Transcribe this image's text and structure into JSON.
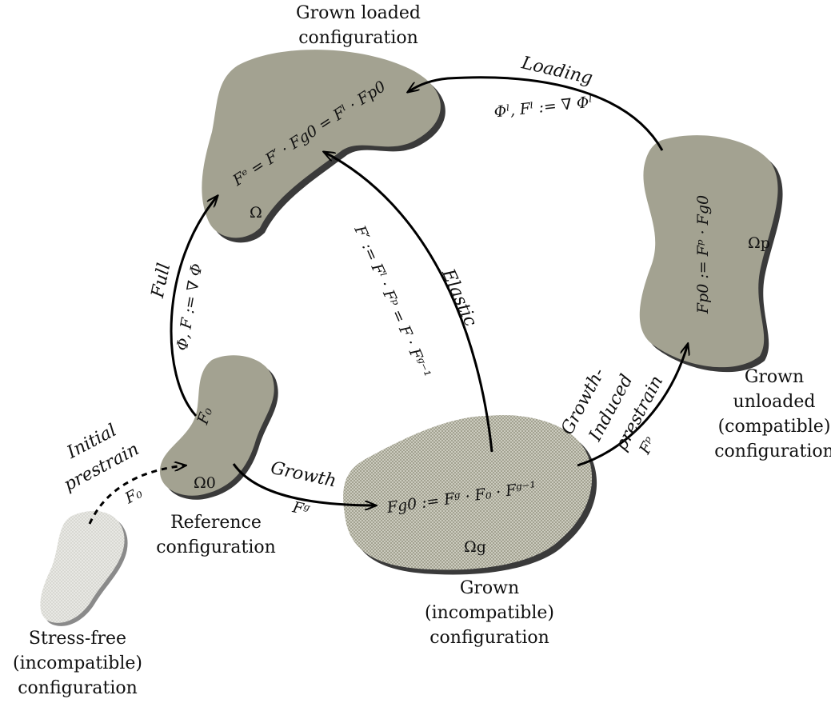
{
  "configurations": {
    "grown_loaded": {
      "line1": "Grown loaded",
      "line2": "configuration",
      "symbol": "Ω"
    },
    "grown_unloaded": {
      "line1": "Grown",
      "line2": "unloaded",
      "line3": "(compatible)",
      "line4": "configuration",
      "symbol": "Ωp"
    },
    "reference": {
      "line1": "Reference",
      "line2": "configuration",
      "symbol": "Ω0"
    },
    "grown_incompatible": {
      "line1": "Grown",
      "line2": "(incompatible)",
      "line3": "configuration",
      "symbol": "Ωg"
    },
    "stress_free": {
      "line1": "Stress-free",
      "line2": "(incompatible)",
      "line3": "configuration"
    }
  },
  "mappings": {
    "loading": {
      "name": "Loading",
      "formula": "Φˡ, Fˡ := ∇ Φˡ"
    },
    "full": {
      "name": "Full",
      "formula": "Φ, F := ∇ Φ"
    },
    "elastic": {
      "name": "Elastic",
      "formula": "F′ := Fˡ · Fᵖ = F · Fᵍ⁻¹"
    },
    "growth": {
      "name": "Growth",
      "formula": "Fᵍ"
    },
    "growth_induced": {
      "line1": "Growth-",
      "line2": "Induced",
      "line3": "prestrain",
      "formula": "Fᵖ"
    },
    "initial_prestrain": {
      "line1": "Initial",
      "line2": "prestrain",
      "formula": "F₀"
    }
  },
  "relations": {
    "fe": "Fᵉ = F′ · Fg0 = Fˡ · Fp0",
    "fp0": "Fp0 := Fᵖ · Fg0",
    "fg0": "Fg0 := Fᵍ · F₀ · Fᵍ⁻¹",
    "f0_body": "F₀"
  },
  "colors": {
    "body_fill": "#a3a291",
    "shadow": "#3a3a3a",
    "stroke": "#000000"
  }
}
